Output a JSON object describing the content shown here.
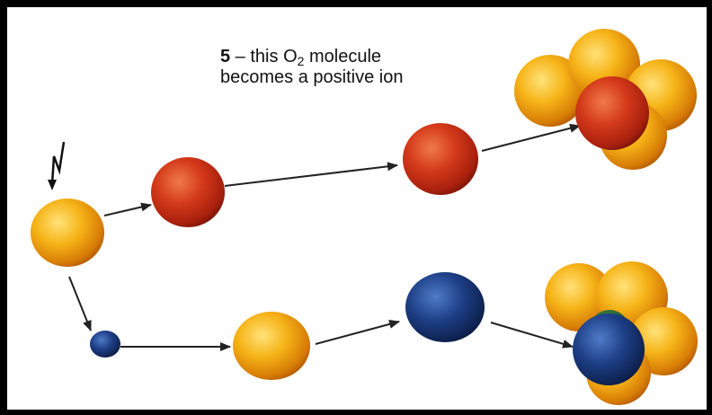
{
  "caption": {
    "step_number": "5",
    "dash": " – ",
    "text_before_formula": "this ",
    "formula_symbol": "O",
    "formula_subscript": "2",
    "text_after_formula": " molecule becomes a positive ion"
  },
  "colors": {
    "frame": "#000000",
    "background": "#ffffff",
    "oxygen_molecule": "#f0a000",
    "positive_ion": "#c8301a",
    "negative_ion": "#1a3a80",
    "electron": "#1f3f7a",
    "arrow": "#222222"
  },
  "icons": {
    "incoming_radiation": "lightning-arrow-icon"
  }
}
